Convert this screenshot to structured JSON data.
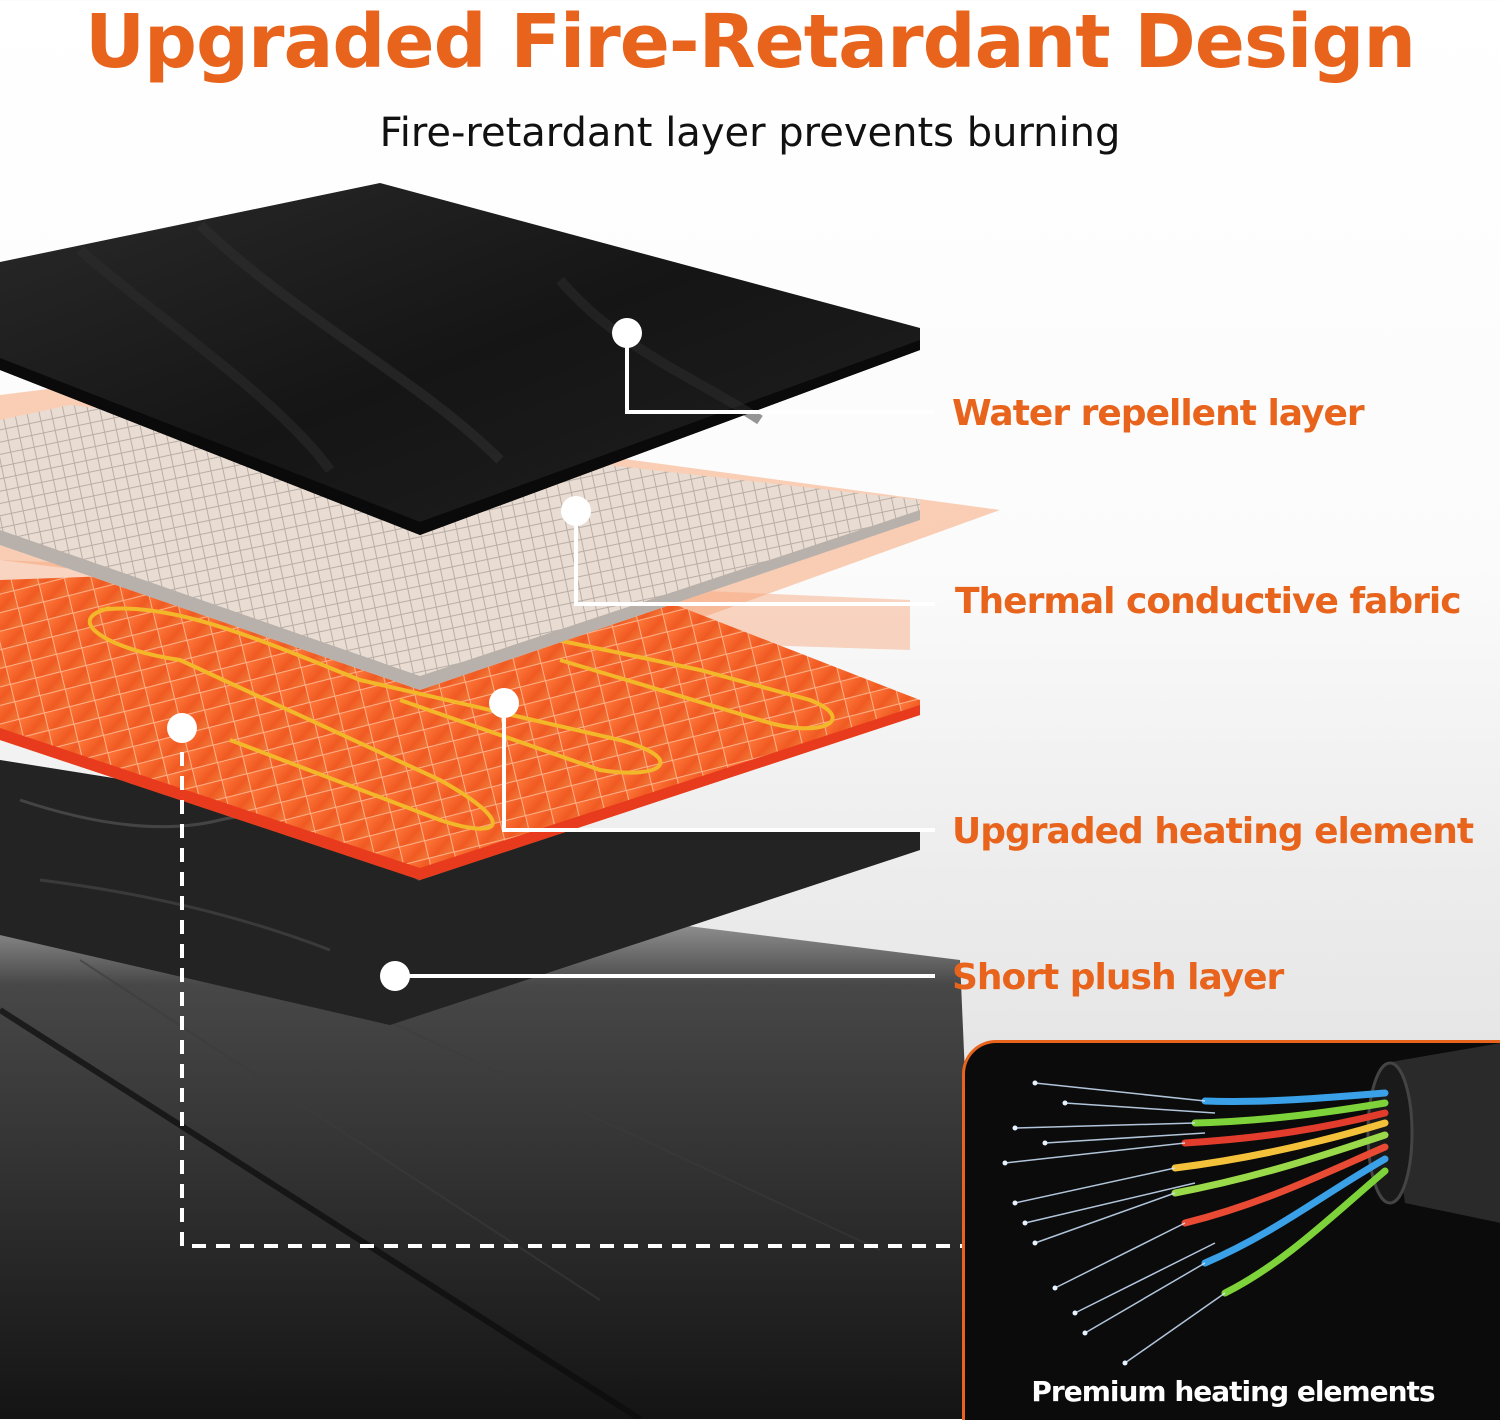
{
  "header": {
    "title": "Upgraded Fire-Retardant Design",
    "subtitle": "Fire-retardant layer prevents burning"
  },
  "layers": [
    {
      "label": "Water repellent layer"
    },
    {
      "label": "Thermal conductive fabric"
    },
    {
      "label": "Upgraded heating element"
    },
    {
      "label": "Short plush layer"
    }
  ],
  "inset": {
    "caption": "Premium heating elements"
  },
  "colors": {
    "accent": "#e8641c",
    "leader_line": "#ffffff",
    "top_layer": "#1a1a1a",
    "mesh_layer": "#d9d4cf",
    "heating_layer": "#f26a2a",
    "heating_wire": "#f3b72a",
    "plush_layer": "#222222",
    "inset_border": "#e8641c"
  }
}
